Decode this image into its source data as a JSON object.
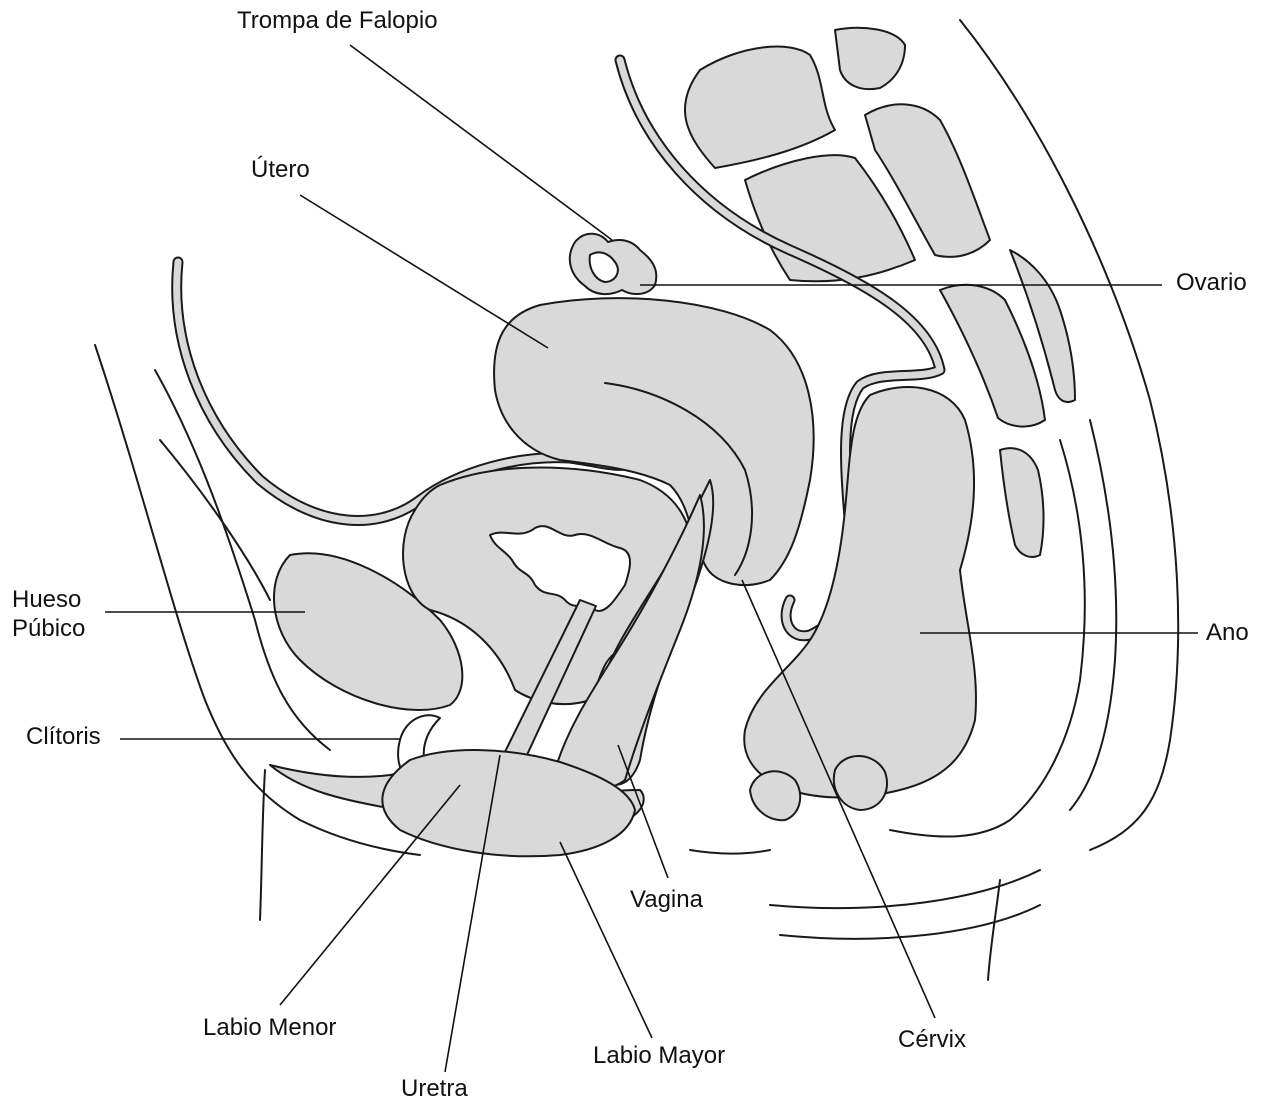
{
  "colors": {
    "organ_fill": "#d9d9d9",
    "outline": "#1a1a1a",
    "background": "#ffffff"
  },
  "labels": {
    "trompa_de_falopio": "Trompa de Falopio",
    "utero": "Útero",
    "ovario": "Ovario",
    "hueso_pubico_line1": "Hueso",
    "hueso_pubico_line2": "Púbico",
    "clitoris": "Clítoris",
    "ano": "Ano",
    "vagina": "Vagina",
    "labio_menor": "Labio Menor",
    "uretra": "Uretra",
    "labio_mayor": "Labio Mayor",
    "cervix": "Cérvix"
  }
}
